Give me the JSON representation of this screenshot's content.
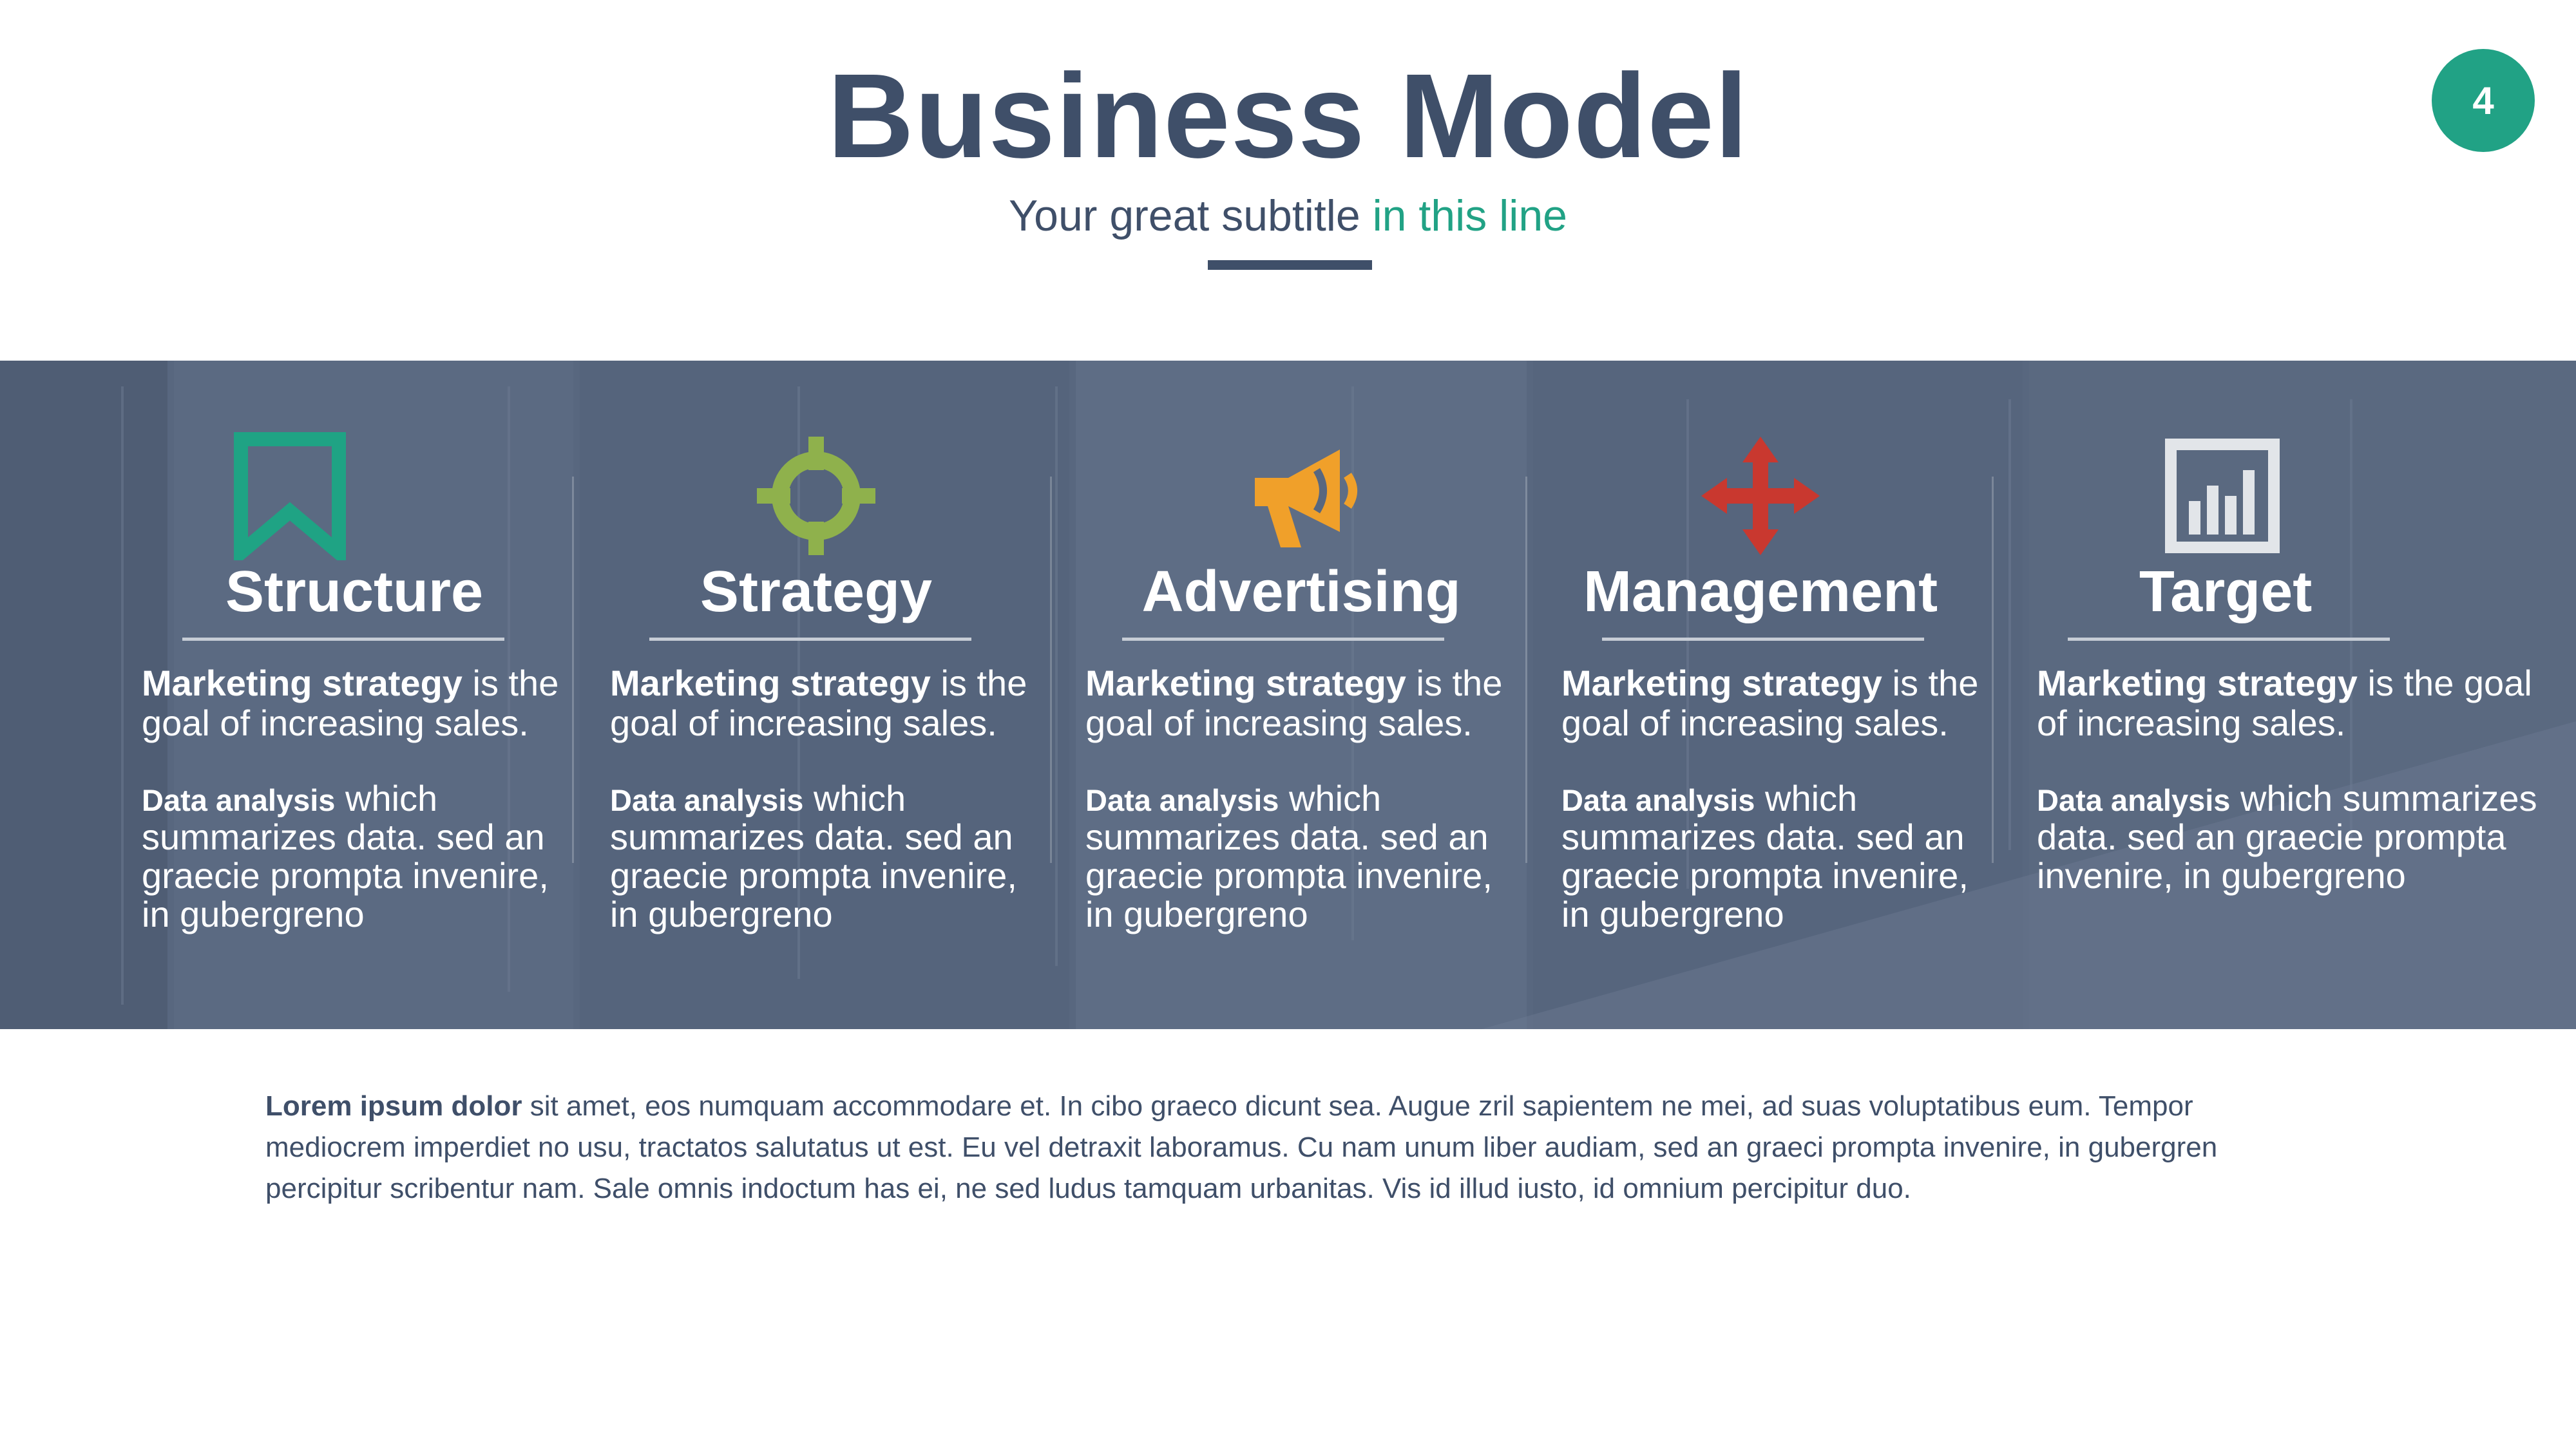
{
  "header": {
    "title": "Business Model",
    "subtitle_main": "Your great subtitle",
    "subtitle_accent": "in this line",
    "page_number": "4"
  },
  "columns": [
    {
      "icon": "bookmark-icon",
      "icon_color": "#1fa384",
      "title": "Structure",
      "lead_bold": "Marketing strategy",
      "lead_rest": " is the goal of increasing sales.",
      "body_bold": "Data analysis",
      "body_rest": " which summarizes data. sed an graecie prompta invenire, in gubergreno"
    },
    {
      "icon": "crosshair-icon",
      "icon_color": "#8fb14c",
      "title": "Strategy",
      "lead_bold": "Marketing strategy",
      "lead_rest": " is the goal of increasing sales.",
      "body_bold": "Data analysis",
      "body_rest": " which summarizes data. sed an graecie prompta invenire, in gubergreno"
    },
    {
      "icon": "megaphone-icon",
      "icon_color": "#f0a02a",
      "title": "Advertising",
      "lead_bold": "Marketing strategy",
      "lead_rest": " is the goal of increasing sales.",
      "body_bold": "Data analysis",
      "body_rest": " which summarizes data. sed an graecie prompta invenire, in gubergreno"
    },
    {
      "icon": "move-arrows-icon",
      "icon_color": "#c9382f",
      "title": "Management",
      "lead_bold": "Marketing strategy",
      "lead_rest": " is the goal of increasing sales.",
      "body_bold": "Data analysis",
      "body_rest": " which summarizes data. sed an graecie prompta invenire, in gubergreno"
    },
    {
      "icon": "bar-chart-icon",
      "icon_color": "#e2e5e9",
      "title": "Target",
      "lead_bold": "Marketing strategy",
      "lead_rest": " is the goal of increasing sales.",
      "body_bold": "Data analysis",
      "body_rest": " which summarizes data. sed an graecie prompta invenire, in gubergreno"
    }
  ],
  "footer": {
    "bold": "Lorem ipsum dolor",
    "text": " sit amet, eos numquam accommodare et. In cibo graeco dicunt sea. Augue zril sapientem ne mei, ad suas voluptatibus eum. Tempor mediocrem imperdiet no usu, tractatos salutatus ut est. Eu vel detraxit laboramus. Cu nam unum liber audiam, sed an graeci prompta invenire, in gubergren percipitur scribentur nam. Sale omnis indoctum has ei, ne sed ludus tamquam urbanitas. Vis id illud iusto, id omnium percipitur duo."
  },
  "colors": {
    "primary": "#3f4f69",
    "accent": "#21a285",
    "band": "#58677f"
  }
}
